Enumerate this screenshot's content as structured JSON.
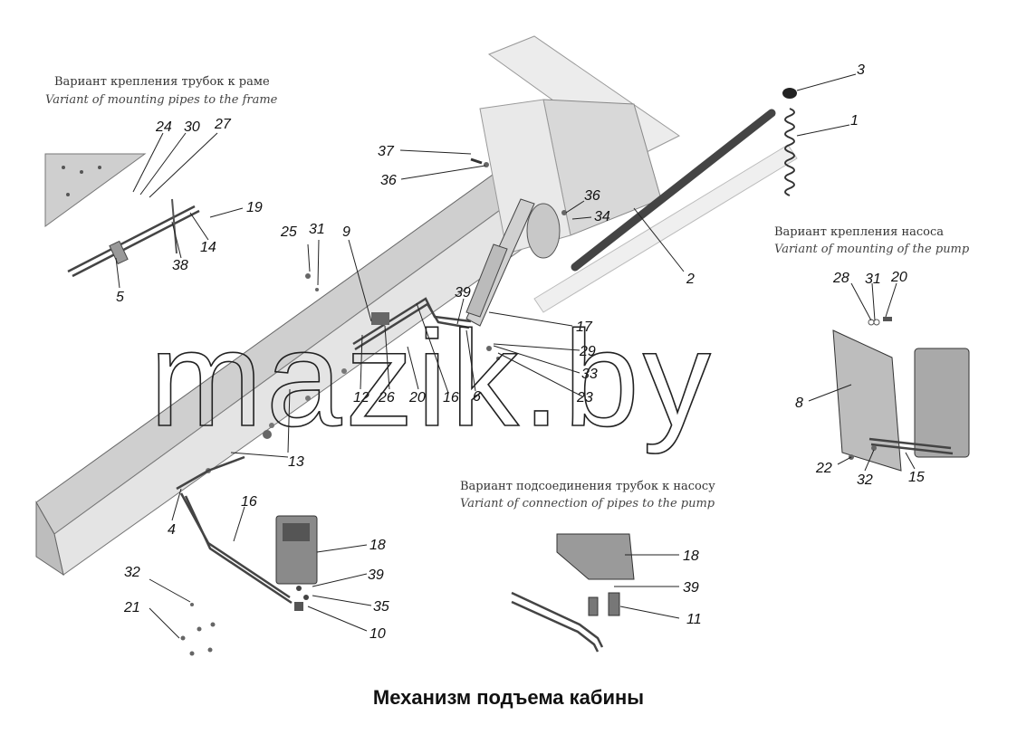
{
  "captions": {
    "frame_ru": "Вариант крепления трубок к раме",
    "frame_en": "Variant of mounting pipes to the frame",
    "pump_ru": "Вариант крепления насоса",
    "pump_en": "Variant of mounting of the pump",
    "connection_ru": "Вариант подсоединения трубок к насосу",
    "connection_en": "Variant of connection of pipes to the pump"
  },
  "watermark": "mazik.by",
  "title": "Механизм подъема кабины",
  "callouts": [
    "3",
    "1",
    "2",
    "37",
    "36",
    "36",
    "34",
    "24",
    "30",
    "27",
    "19",
    "14",
    "38",
    "5",
    "25",
    "31",
    "9",
    "39",
    "17",
    "29",
    "33",
    "23",
    "6",
    "16",
    "20",
    "26",
    "12",
    "13",
    "4",
    "16",
    "32",
    "21",
    "18",
    "39",
    "35",
    "10",
    "28",
    "31",
    "20",
    "8",
    "22",
    "32",
    "15",
    "18",
    "39",
    "11"
  ]
}
